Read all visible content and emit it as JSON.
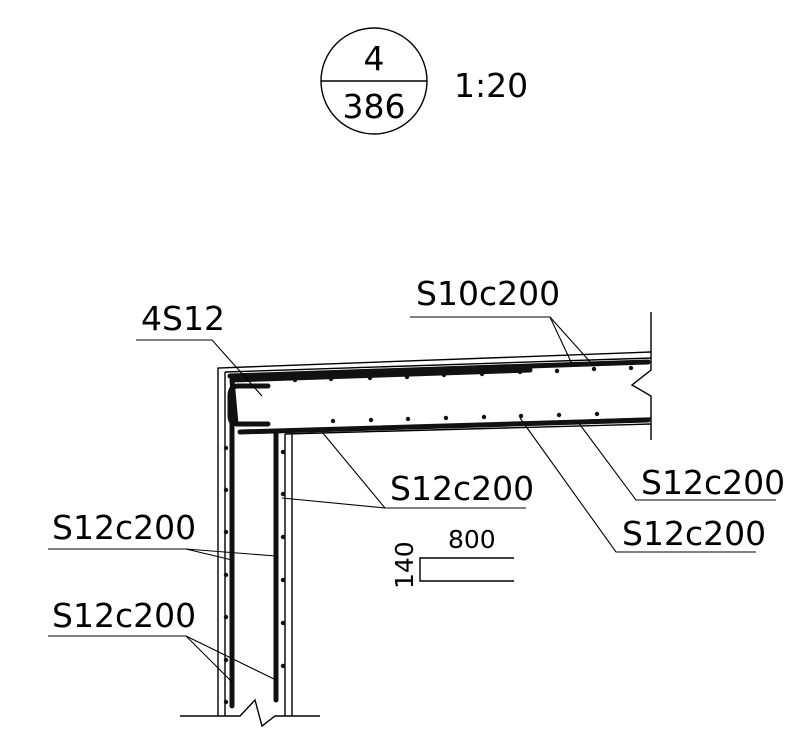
{
  "section_marker": {
    "detail_number": "4",
    "sheet_number": "386",
    "scale": "1:20"
  },
  "labels": {
    "corner_bars": "4S12",
    "slab_top_bars": "S10c200",
    "slab_bottom_bars_left": "S12c200",
    "slab_bottom_bars_right_upper": "S12c200",
    "slab_bottom_bars_right_lower": "S12c200",
    "wall_inner_bars": "S12c200",
    "wall_outer_bars": "S12c200"
  },
  "hook_detail": {
    "length": "800",
    "height": "140"
  }
}
